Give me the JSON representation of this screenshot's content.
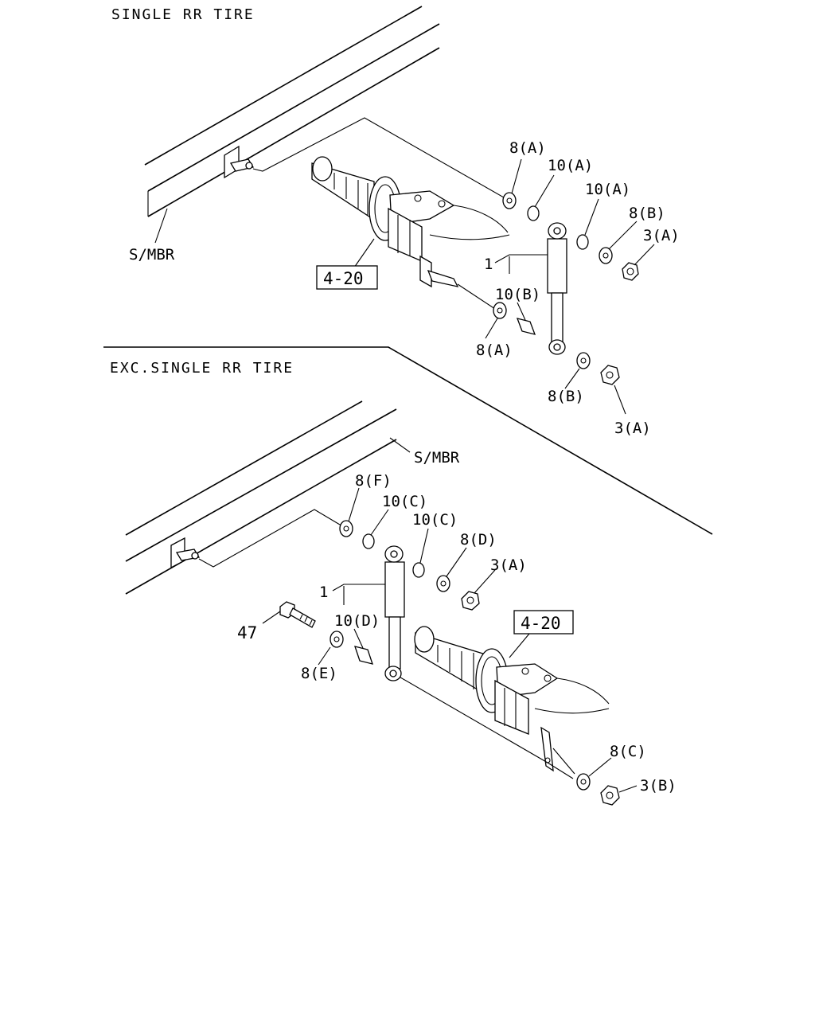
{
  "sections": [
    {
      "header": "SINGLE RR TIRE",
      "frame_label": "S/MBR",
      "ref_box": "4-20",
      "labels": {
        "p8a_top": "8(A)",
        "p10a_1": "10(A)",
        "p10a_2": "10(A)",
        "p8b_top": "8(B)",
        "p3a_top": "3(A)",
        "p1": "1",
        "p10b": "10(B)",
        "p8a_bot": "8(A)",
        "p8b_bot": "8(B)",
        "p3a_bot": "3(A)"
      }
    },
    {
      "header": "EXC.SINGLE RR TIRE",
      "frame_label": "S/MBR",
      "ref_box": "4-20",
      "labels": {
        "p8f": "8(F)",
        "p10c_1": "10(C)",
        "p10c_2": "10(C)",
        "p8d": "8(D)",
        "p3a": "3(A)",
        "p1": "1",
        "p10d": "10(D)",
        "p47": "47",
        "p8e": "8(E)",
        "p8c": "8(C)",
        "p3b": "3(B)"
      }
    }
  ]
}
